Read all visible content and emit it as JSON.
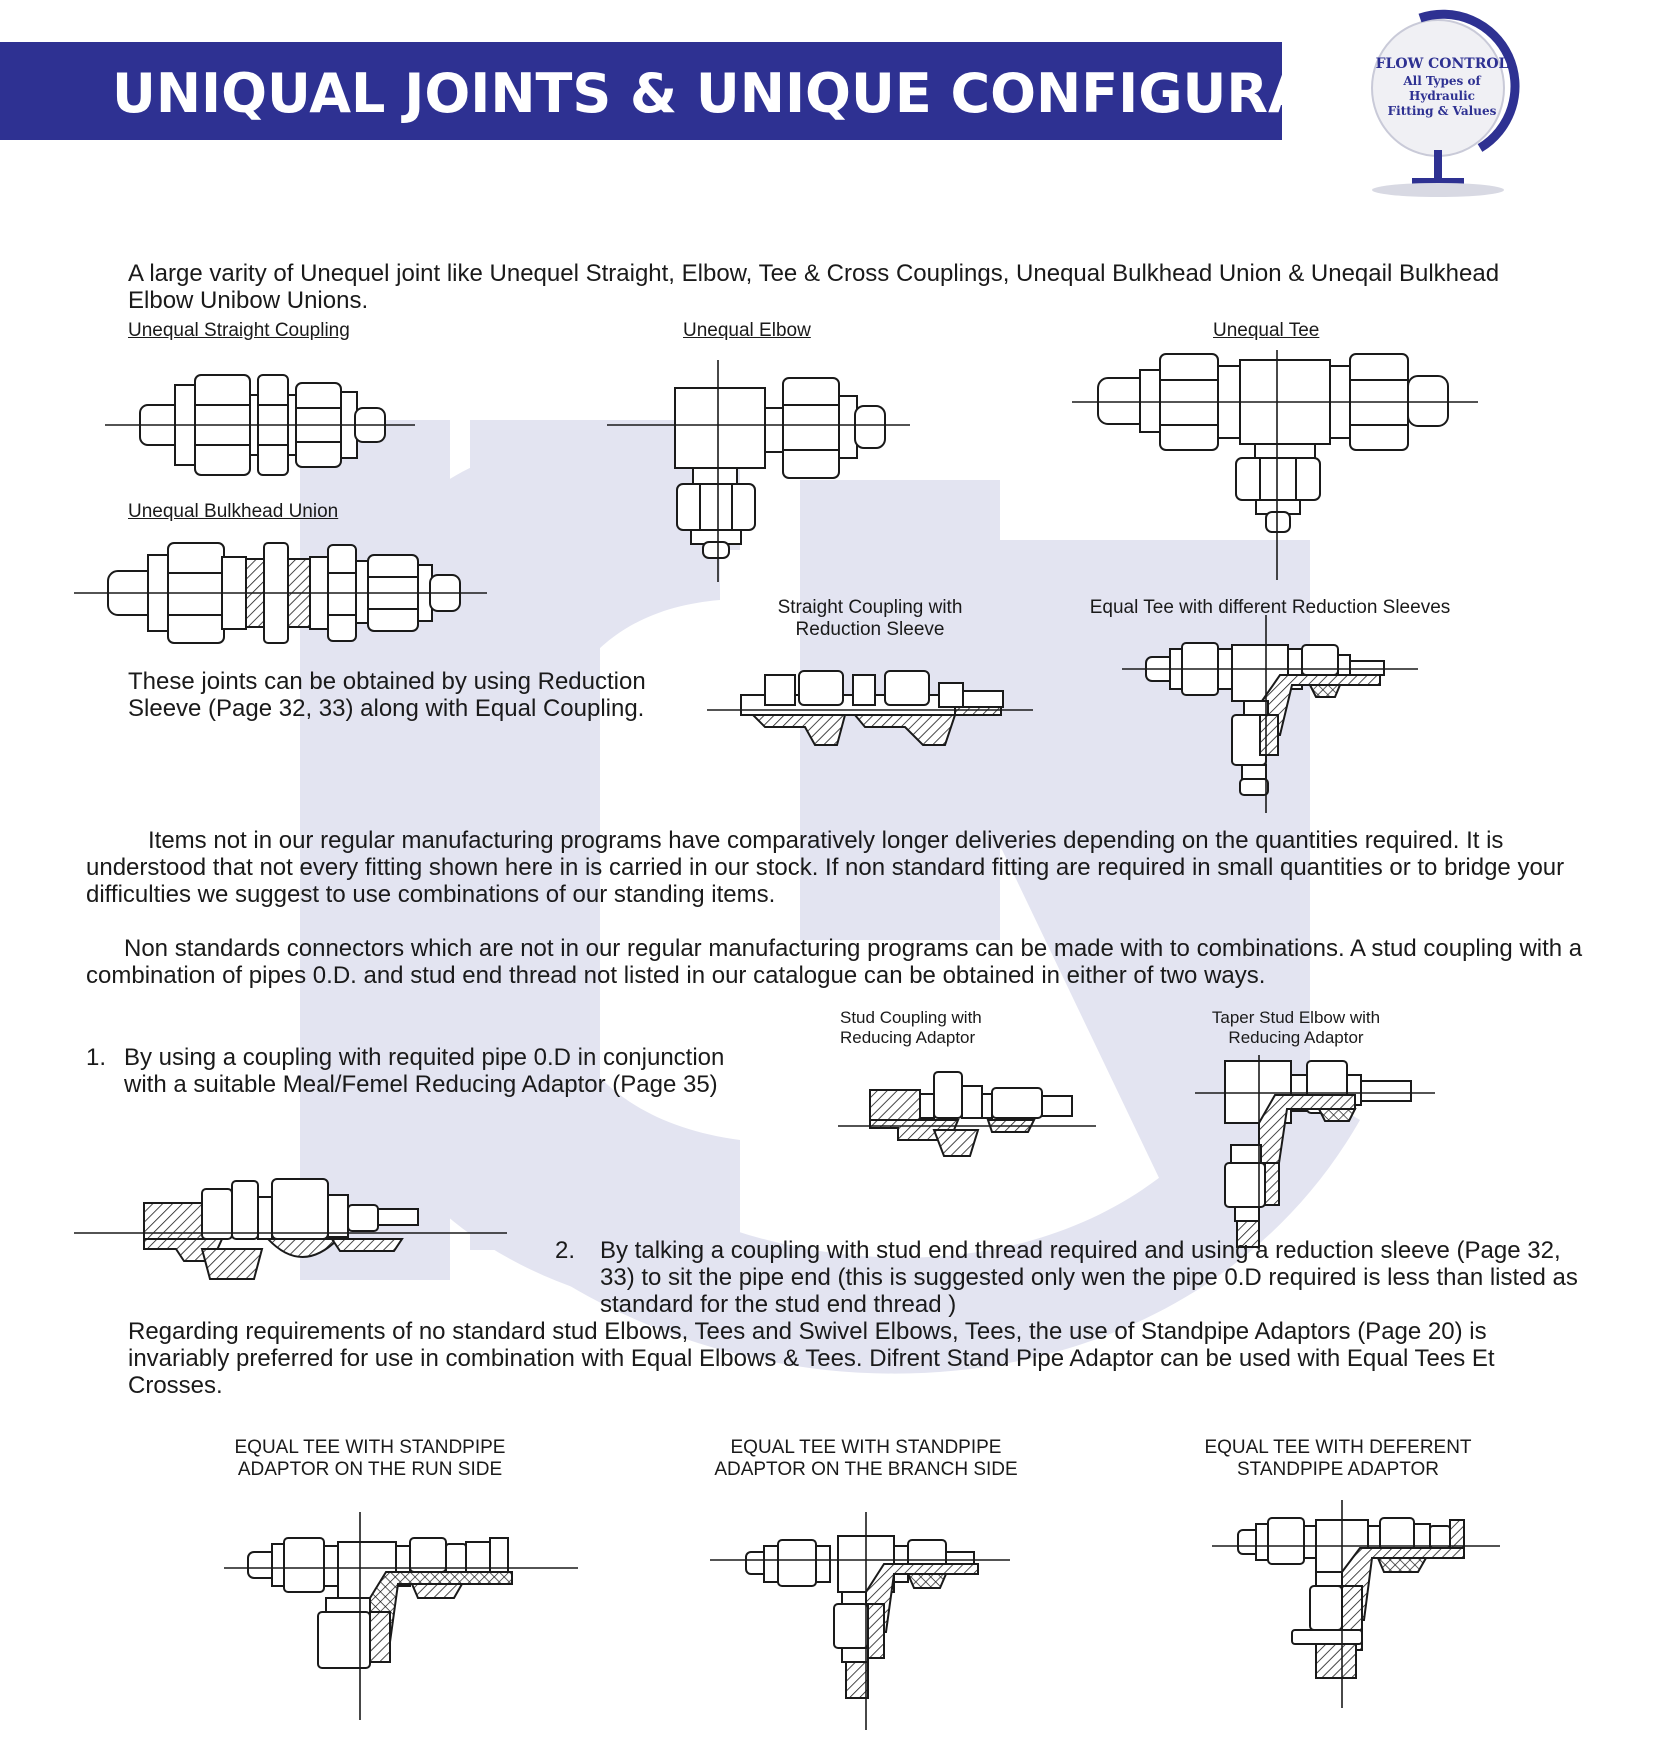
{
  "header": {
    "title": "UNIQUAL JOINTS & UNIQUE CONFIGURATIONS"
  },
  "logo": {
    "line1": "FLOW CONTROL",
    "line2": "All Types of",
    "line3": "Hydraulic",
    "line4": "Fitting & Values"
  },
  "intro": "A large varity of Unequel joint like Unequel Straight, Elbow, Tee & Cross Couplings, Unequal Bulkhead Union & Uneqail Bulkhead Elbow Unibow Unions.",
  "figures": {
    "unequal_straight": "Unequal Straight Coupling",
    "unequal_elbow": "Unequal Elbow",
    "unequal_tee": "Unequal Tee",
    "unequal_bulkhead": "Unequal Bulkhead Union",
    "straight_reduction_1": "Straight Coupling with",
    "straight_reduction_2": "Reduction Sleeve",
    "equal_tee_reduction": "Equal Tee with different Reduction Sleeves",
    "stud_coupling_1": "Stud Coupling with",
    "stud_coupling_2": "Reducing Adaptor",
    "taper_stud_1": "Taper Stud Elbow with",
    "taper_stud_2": "Reducing Adaptor"
  },
  "joints_note": "These joints can be obtained by using Reduction Sleeve (Page 32, 33) along with Equal Coupling.",
  "para_items": "Items not in our regular manufacturing programs have comparatively longer deliveries depending on the quantities required. It is understood that not every fitting shown here in is carried in our stock. If non standard fitting are required in small quantities or to bridge your difficulties we suggest to use combinations of our standing items.",
  "para_nonstd": "Non standards connectors which are not in our regular manufacturing programs can be made with to combinations. A stud coupling with a combination of pipes 0.D. and stud end thread not listed in our catalogue can be obtained in either of two ways.",
  "way1_num": "1.",
  "way1_text": "By using a coupling with requited pipe 0.D in conjunction with a suitable Meal/Femel Reducing Adaptor (Page 35)",
  "way2_num": "2.",
  "way2_text": "By talking a coupling with stud end thread required and using a reduction sleeve (Page 32, 33) to sit the pipe end (this is suggested only wen the pipe 0.D required is less than listed as standard for the stud end thread )",
  "para_standpipe": "Regarding requirements of no standard stud Elbows, Tees and Swivel Elbows, Tees, the use of Standpipe Adaptors (Page 20) is invariably preferred for use in combination with Equal Elbows & Tees. Difrent Stand Pipe Adaptor can be used with Equal Tees Et Crosses.",
  "bottom": {
    "run_1": "EQUAL TEE WITH STANDPIPE",
    "run_2": "ADAPTOR ON THE RUN SIDE",
    "branch_1": "EQUAL TEE WITH STANDPIPE",
    "branch_2": "ADAPTOR ON THE BRANCH SIDE",
    "diff_1": "EQUAL TEE WITH DEFERENT",
    "diff_2": "STANDPIPE ADAPTOR"
  },
  "colors": {
    "brand": "#2e3192",
    "watermark": "#e3e4f1",
    "text": "#1a1a1a"
  }
}
